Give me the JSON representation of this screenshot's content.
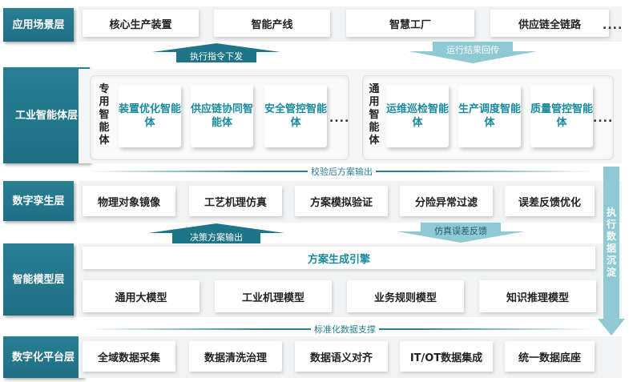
{
  "layers": {
    "app": "应用场景层",
    "agent": "工业智能体层",
    "twin": "数字孪生层",
    "model": "智能模型层",
    "platform": "数字化平台层"
  },
  "app_items": [
    "核心生产装置",
    "智能产线",
    "智慧工厂",
    "供应链全链路"
  ],
  "dots": "....",
  "arrows": {
    "exec_cmd": "执行指令下发",
    "run_result": "运行结果回传",
    "verified": "校验后方案输出",
    "decision": "决策方案输出",
    "sim_feedback": "仿真误差反馈",
    "standard": "标准化数据支撑",
    "sink": "执行数据沉淀"
  },
  "agent_groups": {
    "special_label": "专用智能体",
    "general_label": "通用智能体",
    "special": [
      "装置优化智能体",
      "供应链协同智能体",
      "安全管控智能体"
    ],
    "general": [
      "运维巡检智能体",
      "生产调度智能体",
      "质量管控智能体"
    ]
  },
  "twin_items": [
    "物理对象镜像",
    "工艺机理仿真",
    "方案模拟验证",
    "分险异常过滤",
    "误差反馈优化"
  ],
  "model": {
    "engine": "方案生成引擎",
    "items": [
      "通用大模型",
      "工业机理模型",
      "业务规则模型",
      "知识推理模型"
    ]
  },
  "platform_items": [
    "全域数据采集",
    "数据清洗治理",
    "数据语义对齐",
    "IT/OT数据集成",
    "统一数据底座"
  ],
  "colors": {
    "teal": "#2a7f93",
    "agent_text": "#1a8a9e",
    "up_arrow": "#1f7588",
    "down_arrow": "#8fc9d3"
  }
}
